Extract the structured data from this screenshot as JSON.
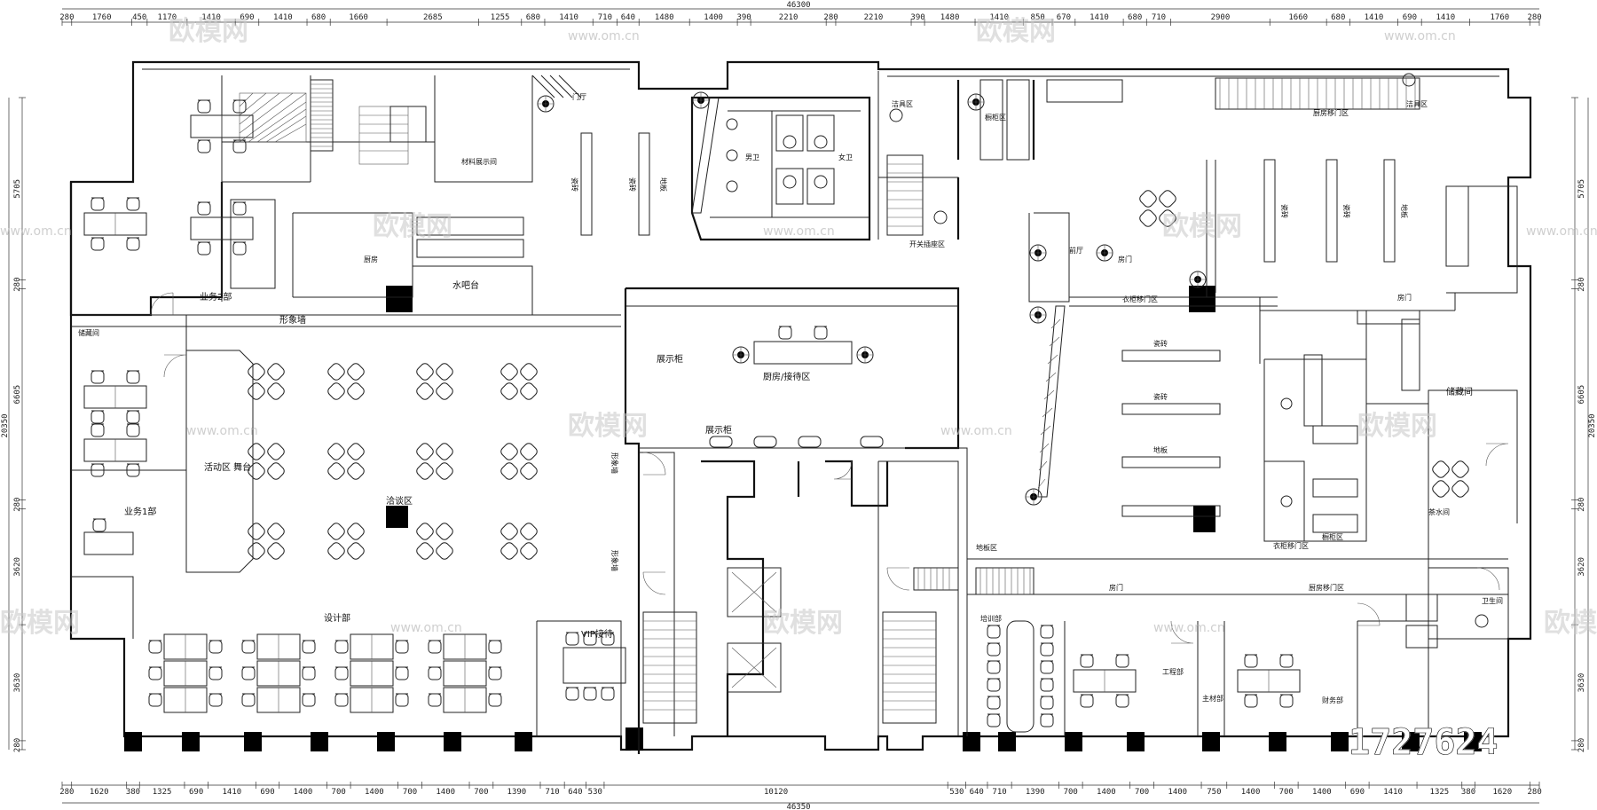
{
  "plan": {
    "top_total": "46300",
    "bottom_total": "46350",
    "side_total": "20350",
    "top_dims": [
      "280",
      "1760",
      "450",
      "1170",
      "1410",
      "690",
      "1410",
      "680",
      "1660",
      "2685",
      "1255",
      "680",
      "1410",
      "710",
      "640",
      "1480",
      "1400",
      "390",
      "2210",
      "280",
      "2210",
      "390",
      "1480",
      "1410",
      "850",
      "670",
      "1410",
      "680",
      "710",
      "2900",
      "1660",
      "680",
      "1410",
      "690",
      "1410",
      "1760",
      "280"
    ],
    "bottom_dims": [
      "280",
      "1620",
      "380",
      "1325",
      "690",
      "1410",
      "690",
      "1400",
      "700",
      "1400",
      "700",
      "1400",
      "700",
      "1390",
      "710",
      "640",
      "530",
      "10120",
      "530",
      "640",
      "710",
      "1390",
      "700",
      "1400",
      "700",
      "1400",
      "750",
      "1400",
      "700",
      "1400",
      "690",
      "1410",
      "1325",
      "380",
      "1620",
      "280"
    ],
    "side_dims": [
      "5705",
      "280",
      "6605",
      "280",
      "3620",
      "3630",
      "280"
    ],
    "rooms": {
      "business2": "业务2部",
      "business1": "业务1部",
      "image_wall_top": "形象墙",
      "image_wall_a": "形象墙",
      "image_wall_b": "形象墙",
      "storage": "储藏间",
      "activity": "活动区\n舞台",
      "design": "设计部",
      "negotiation": "洽谈区",
      "vip": "VIP接待",
      "exhibit_cabinet": "展示柜",
      "exhibit_frame": "展示柜",
      "lecture": "厨房/接待区",
      "waterbar": "水吧台",
      "kitchen": "厨房",
      "toilet_m": "男卫",
      "toilet_f": "女卫",
      "cleaning": "洁具区",
      "cleaning2": "洁具区",
      "switch": "开关插座区",
      "floor_zone": "地板区",
      "cabinet_door": "橱柜区",
      "cabinet_door2": "橱柜区",
      "closet": "衣柜移门区",
      "closet2": "衣柜移门区",
      "kitchen_door": "厨房移门区",
      "kitchen_door2": "厨房移门区",
      "room_door": "房门",
      "room_door2": "房门",
      "room_door3": "房门",
      "storage2": "储藏间",
      "tea": "茶水间",
      "wc": "卫生间",
      "training": "培训部",
      "engineering": "工程部",
      "material": "主材部",
      "finance": "财务部",
      "material_display": "材料展示间",
      "stairs_hall": "前厅",
      "porch": "门厅"
    },
    "shelves": [
      "瓷砖",
      "瓷砖",
      "地板",
      "瓷砖",
      "瓷砖",
      "地板",
      "瓷砖",
      "瓷砖",
      "地板"
    ],
    "watermark": {
      "brand": "欧模网",
      "url": "www.om.cn",
      "id": "1727624"
    }
  }
}
